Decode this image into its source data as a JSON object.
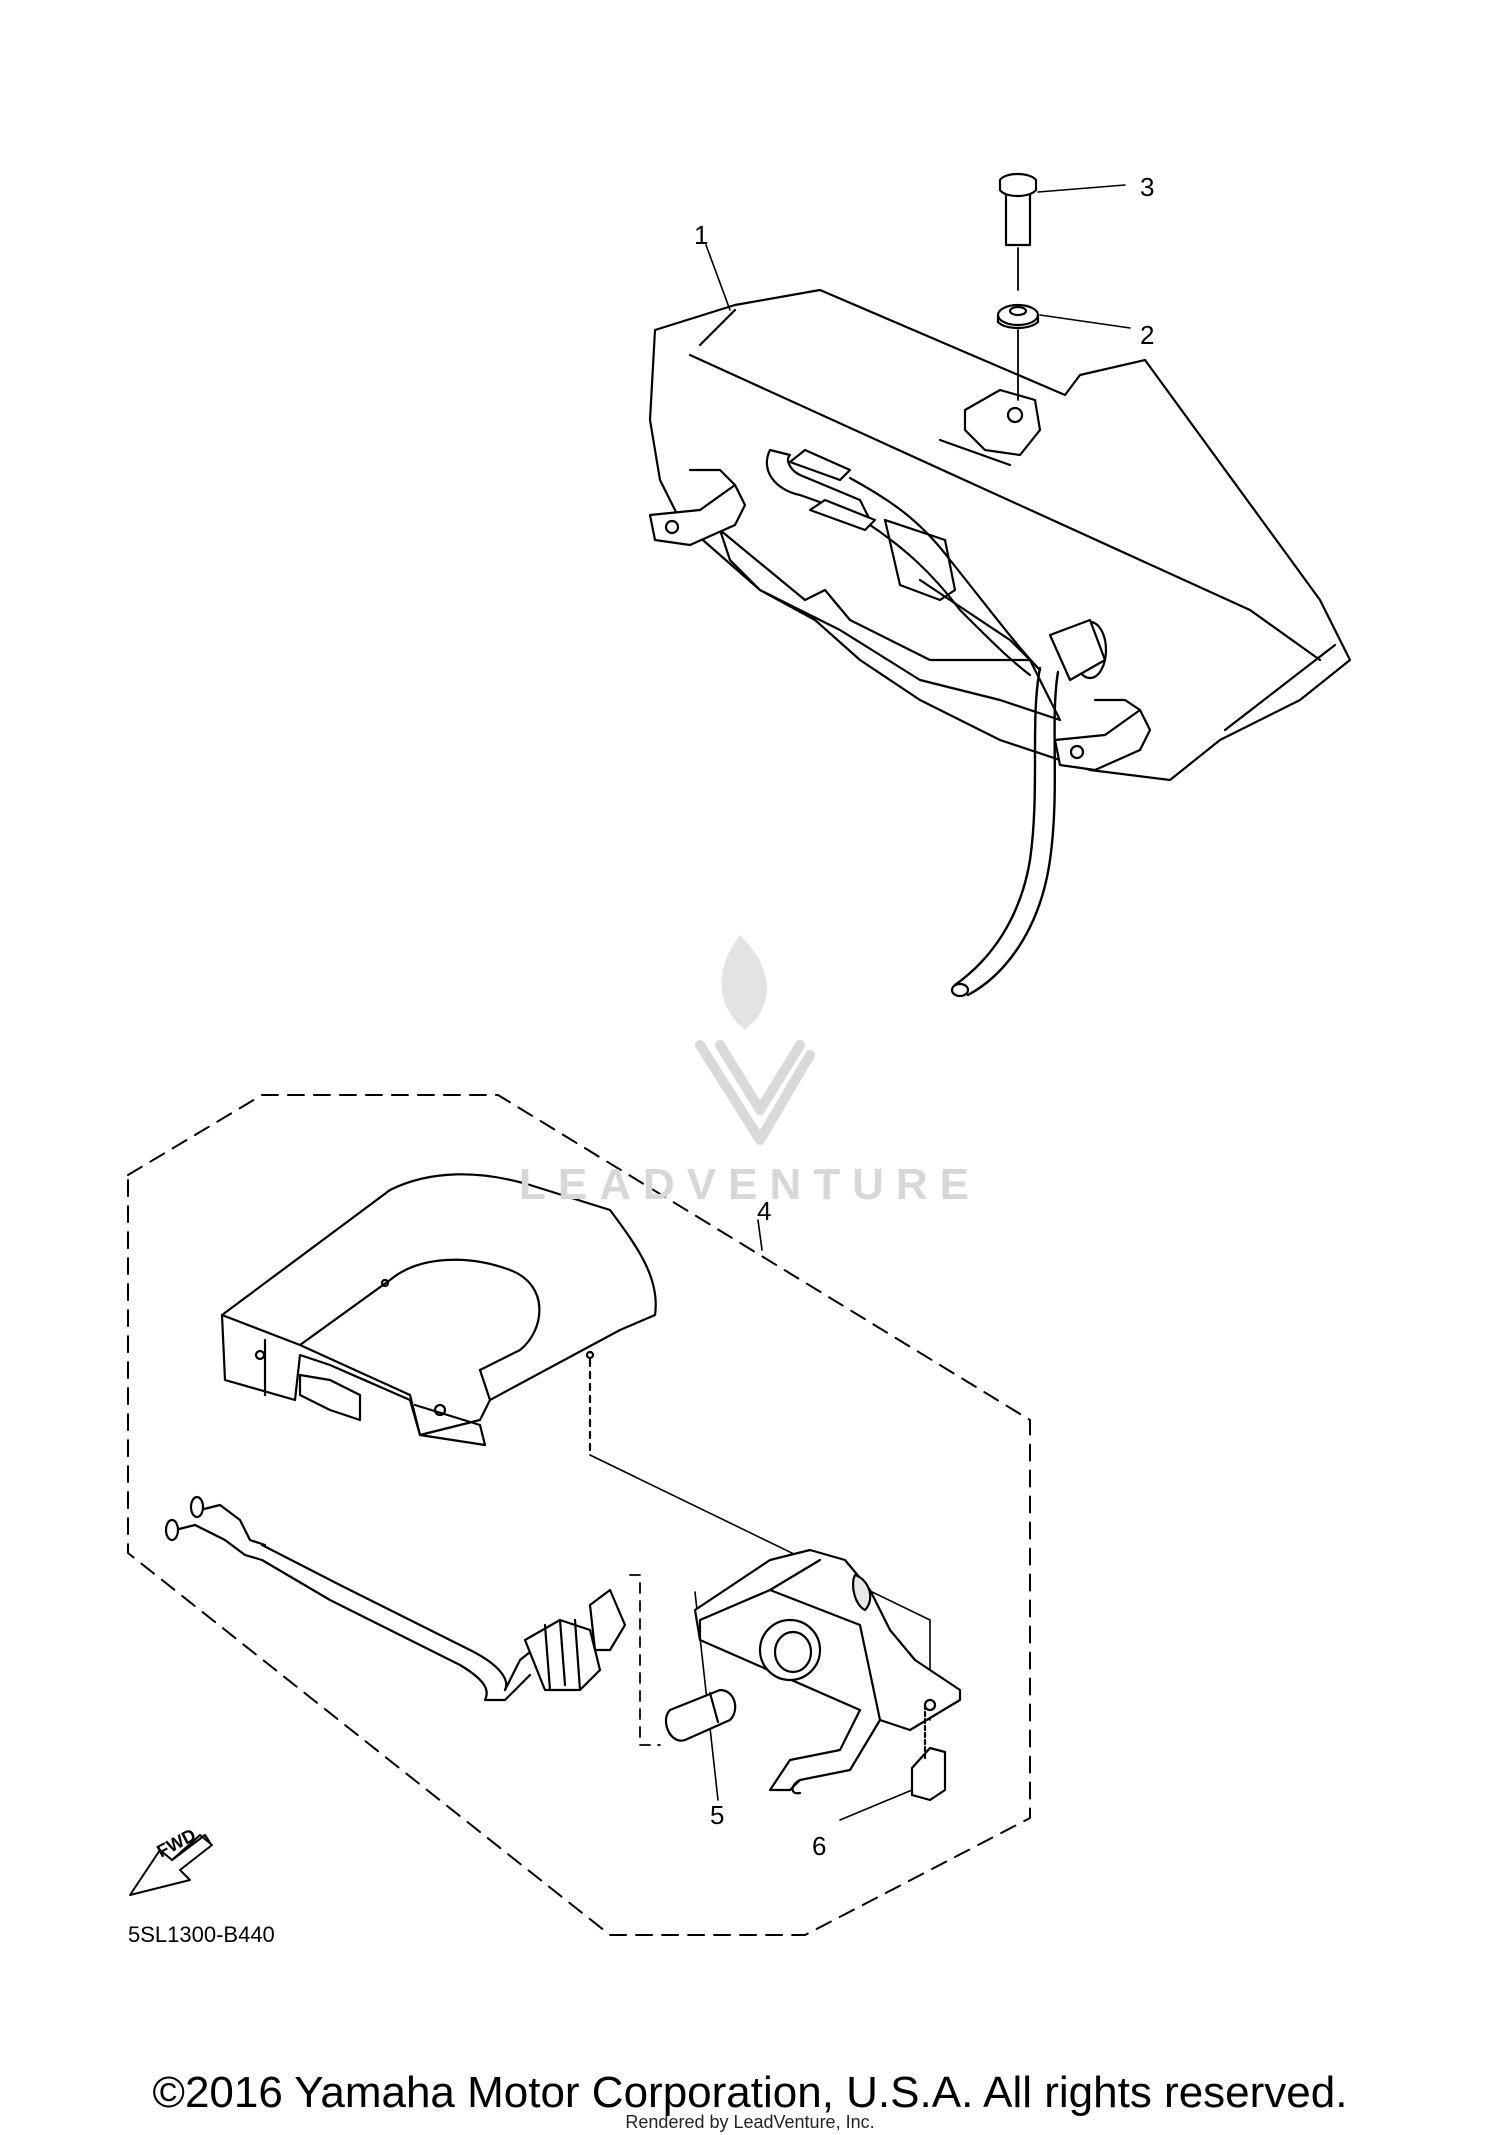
{
  "callouts": [
    {
      "id": "1",
      "label": "1"
    },
    {
      "id": "2",
      "label": "2"
    },
    {
      "id": "3",
      "label": "3"
    },
    {
      "id": "4",
      "label": "4"
    },
    {
      "id": "5",
      "label": "5"
    },
    {
      "id": "6",
      "label": "6"
    }
  ],
  "diagram_code": "5SL1300-B440",
  "fwd_label": "FWD",
  "copyright": "©2016 Yamaha Motor Corporation, U.S.A. All rights reserved.",
  "rendered_by": "Rendered by LeadVenture, Inc.",
  "watermark": "LEADVENTURE"
}
